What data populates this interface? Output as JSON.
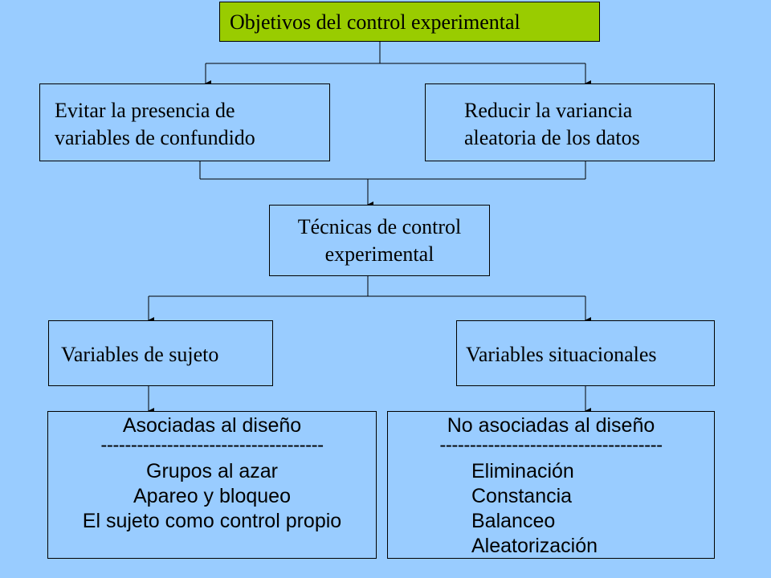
{
  "diagram": {
    "root": {
      "label": "Objetivos del control experimental"
    },
    "goal_left": {
      "lines": [
        "Evitar la presencia de",
        "variables de confundido"
      ]
    },
    "goal_right": {
      "lines": [
        "Reducir la variancia",
        "aleatoria de los datos"
      ]
    },
    "techniques": {
      "lines": [
        "Técnicas de control",
        "experimental"
      ]
    },
    "subject_vars": {
      "label": "Variables de sujeto"
    },
    "situational_vars": {
      "label": "Variables situacionales"
    },
    "design_assoc": {
      "header": "Asociadas al diseño",
      "separator": "-------------------------------------",
      "items": [
        "Grupos al azar",
        "Apareo y bloqueo",
        "El sujeto como control propio"
      ]
    },
    "design_nonassoc": {
      "header": "No asociadas al diseño",
      "separator": "-------------------------------------",
      "items": [
        "Eliminación",
        "Constancia",
        "Balanceo",
        "Aleatorización"
      ]
    }
  },
  "colors": {
    "background": "#99CCFF",
    "root_fill": "#99CC00",
    "line": "#000000"
  }
}
